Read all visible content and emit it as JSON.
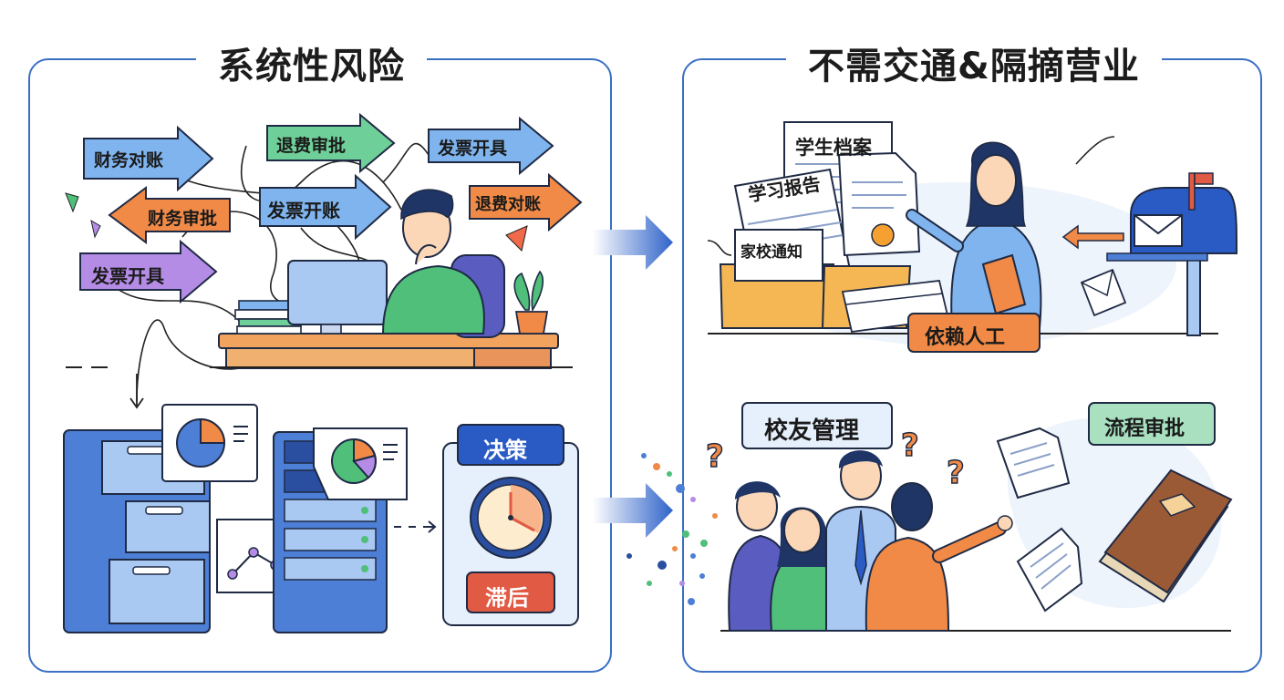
{
  "left_panel": {
    "title": "系统性风险",
    "arrow_tags": [
      {
        "text": "财务对账",
        "color": "#7fb4ee"
      },
      {
        "text": "退费审批",
        "color": "#6fcf98"
      },
      {
        "text": "发票开具",
        "color": "#7fb4ee"
      },
      {
        "text": "财务审批",
        "color": "#f08a46"
      },
      {
        "text": "发票开账",
        "color": "#7fb4ee"
      },
      {
        "text": "退费对账",
        "color": "#f08a46"
      },
      {
        "text": "发票开具",
        "color": "#b48ce6"
      }
    ],
    "decision_card": {
      "top": "决策",
      "bottom": "滞后"
    }
  },
  "right_panel": {
    "title": "不需交通&隔摘营业",
    "documents": [
      "学生档案",
      "学习报告",
      "家校通知"
    ],
    "badge_manual": "依赖人工",
    "sign_alumni": "校友管理",
    "sign_approval": "流程审批"
  },
  "colors": {
    "panel_border": "#3a6fc4",
    "blue": "#4d7fd6",
    "orange": "#f08a46",
    "green": "#4fbf7a",
    "purple": "#b48ce6",
    "red": "#e05a44",
    "navy": "#2a4fa0"
  }
}
